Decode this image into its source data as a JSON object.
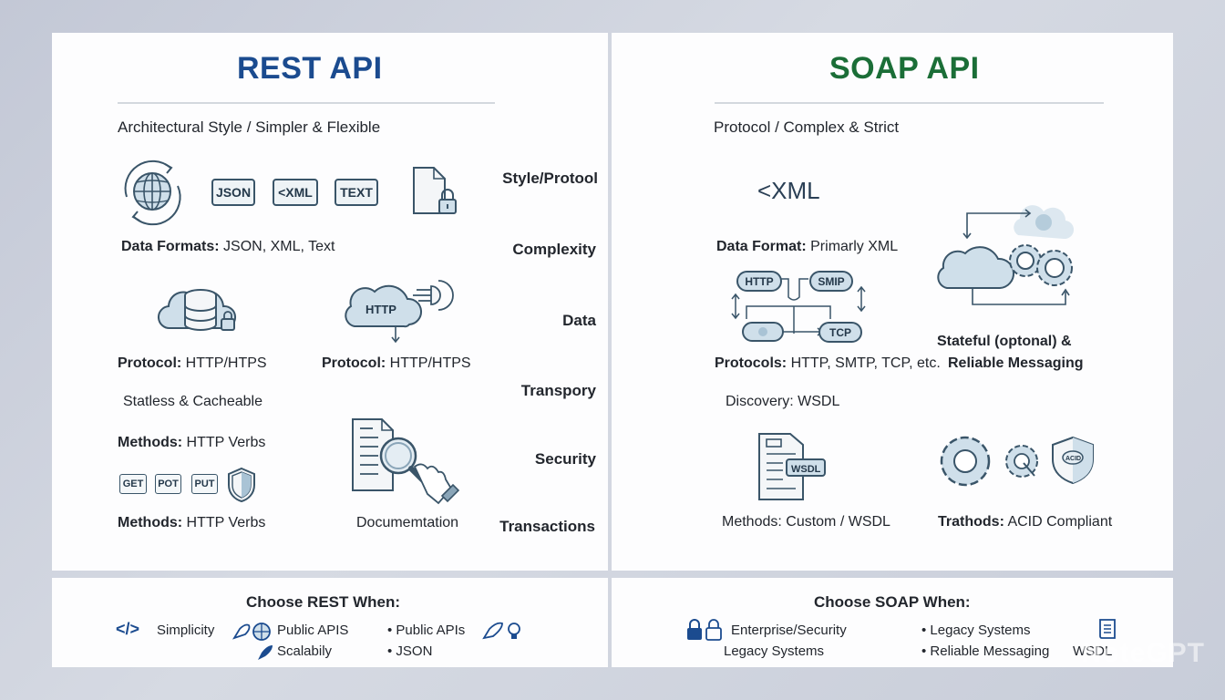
{
  "rest": {
    "title": "REST API",
    "subtitle": "Architectural Style / Simpler & Flexible",
    "format_chips": [
      "JSON",
      "<XML",
      "TEXT"
    ],
    "data_formats_label": "Data Formats:",
    "data_formats_value": " JSON, XML, Text",
    "protocol_label": "Protocol:",
    "protocol_value": " HTTP/HTPS",
    "cloud_label": "HTTP",
    "stateless": "Statless & Cacheable",
    "methods_label": "Methods:",
    "methods_value": " HTTP Verbs",
    "verbs": [
      "GET",
      "POT",
      "PUT"
    ],
    "documentation": "Documemtation"
  },
  "middle": {
    "labels": [
      "Style/Protool",
      "Complexity",
      "Data",
      "Transpory",
      "Security",
      "Transactions"
    ]
  },
  "soap": {
    "title": "SOAP API",
    "subtitle": "Protocol / Complex & Strict",
    "xml_tag": "<XML",
    "data_format_label": "Data Format:",
    "data_format_value": " Primarly XML",
    "protocol_pills": [
      "HTTP",
      "SMIP",
      "TCP"
    ],
    "protocols_label": "Protocols:",
    "protocols_value": " HTTP, SMTP, TCP, etc.",
    "stateful_line1": "Stateful (optonal) &",
    "stateful_line2": "Reliable Messaging",
    "discovery_label": "Discovery:",
    "discovery_value": " WSDL",
    "wsdl_tag": "WSDL",
    "methods_label": "Methods:",
    "methods_value": " Custom / WSDL",
    "trathods_label": "Trathods:",
    "trathods_value": " ACID Compliant",
    "acid_badge": "ACID"
  },
  "choose_rest": {
    "title": "Choose REST When:",
    "items": [
      "Simplicity",
      "Public APIS",
      "Scalabily",
      "Public APIs",
      "JSON"
    ]
  },
  "choose_soap": {
    "title": "Choose SOAP When:",
    "items": [
      "Enterprise/Security",
      "Legacy Systems",
      "Legacy Systems",
      "Reliable Messaging",
      "WSDL"
    ]
  },
  "watermark": "NoteGPT",
  "colors": {
    "rest_accent": "#1b4b8f",
    "soap_accent": "#1b6e37",
    "icon_stroke": "#3a5569",
    "icon_fill": "#cfdfea"
  }
}
